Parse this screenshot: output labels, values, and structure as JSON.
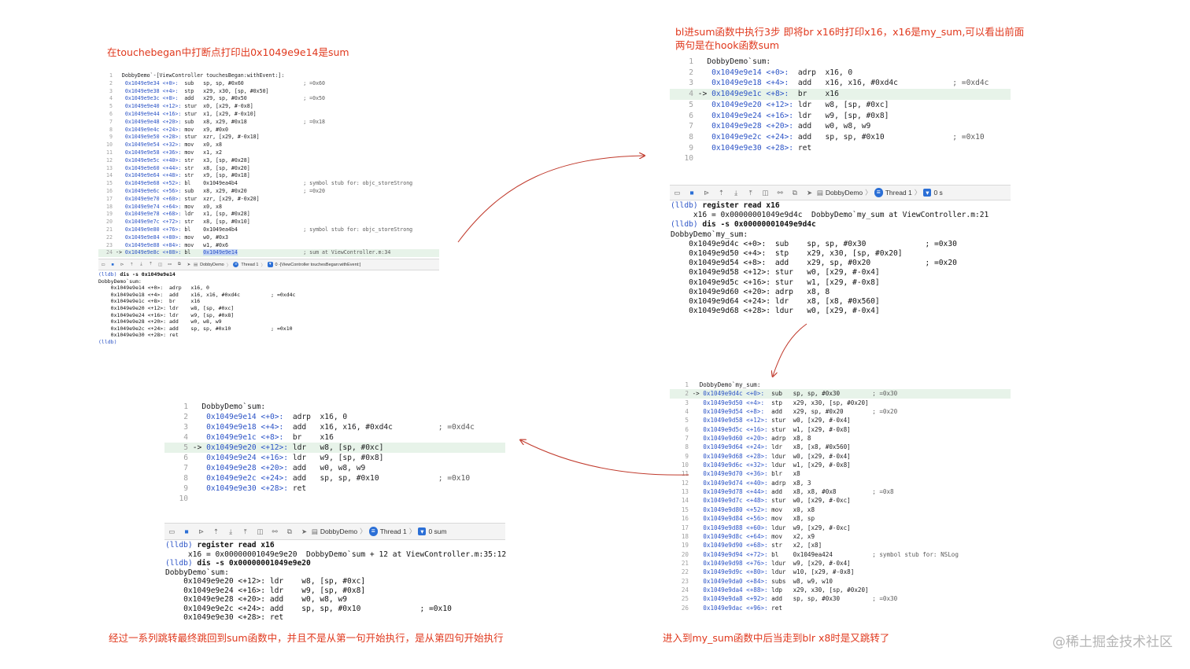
{
  "captions": {
    "top_left": "在touchebegan中打断点打印出0x1049e9e14是sum",
    "top_right": "bl进sum函数中执行3步 即将br x16时打印x16，x16是my_sum,可以看出前面两句是在hook函数sum",
    "bottom_left": "经过一系列跳转最终跳回到sum函数中，并且不是从第一句开始执行，是从第四句开始执行",
    "bottom_right": "进入到my_sum函数中后当走到blr x8时是又跳转了"
  },
  "watermark": "@稀土掘金技术社区",
  "panel1": {
    "header": "DobbyDemo`-[ViewController touchesBegan:withEvent:]:",
    "rows": [
      {
        "n": "2",
        "arrow": "",
        "addr": "0x1049e9e34 <+0>:",
        "op": "sub",
        "args": "sp, sp, #0x60",
        "cmt": "; =0x60"
      },
      {
        "n": "3",
        "arrow": "",
        "addr": "0x1049e9e38 <+4>:",
        "op": "stp",
        "args": "x29, x30, [sp, #0x50]",
        "cmt": ""
      },
      {
        "n": "4",
        "arrow": "",
        "addr": "0x1049e9e3c <+8>:",
        "op": "add",
        "args": "x29, sp, #0x50",
        "cmt": "; =0x50"
      },
      {
        "n": "5",
        "arrow": "",
        "addr": "0x1049e9e40 <+12>:",
        "op": "stur",
        "args": "x0, [x29, #-0x8]",
        "cmt": ""
      },
      {
        "n": "6",
        "arrow": "",
        "addr": "0x1049e9e44 <+16>:",
        "op": "stur",
        "args": "x1, [x29, #-0x10]",
        "cmt": ""
      },
      {
        "n": "7",
        "arrow": "",
        "addr": "0x1049e9e48 <+20>:",
        "op": "sub",
        "args": "x8, x29, #0x18",
        "cmt": "; =0x18"
      },
      {
        "n": "8",
        "arrow": "",
        "addr": "0x1049e9e4c <+24>:",
        "op": "mov",
        "args": "x9, #0x0",
        "cmt": ""
      },
      {
        "n": "9",
        "arrow": "",
        "addr": "0x1049e9e50 <+28>:",
        "op": "stur",
        "args": "xzr, [x29, #-0x18]",
        "cmt": ""
      },
      {
        "n": "10",
        "arrow": "",
        "addr": "0x1049e9e54 <+32>:",
        "op": "mov",
        "args": "x0, x8",
        "cmt": ""
      },
      {
        "n": "11",
        "arrow": "",
        "addr": "0x1049e9e58 <+36>:",
        "op": "mov",
        "args": "x1, x2",
        "cmt": ""
      },
      {
        "n": "12",
        "arrow": "",
        "addr": "0x1049e9e5c <+40>:",
        "op": "str",
        "args": "x3, [sp, #0x28]",
        "cmt": ""
      },
      {
        "n": "13",
        "arrow": "",
        "addr": "0x1049e9e60 <+44>:",
        "op": "str",
        "args": "x8, [sp, #0x20]",
        "cmt": ""
      },
      {
        "n": "14",
        "arrow": "",
        "addr": "0x1049e9e64 <+48>:",
        "op": "str",
        "args": "x9, [sp, #0x18]",
        "cmt": ""
      },
      {
        "n": "15",
        "arrow": "",
        "addr": "0x1049e9e68 <+52>:",
        "op": "bl",
        "args": "0x1049ea4b4",
        "cmt": "; symbol stub for: objc_storeStrong"
      },
      {
        "n": "16",
        "arrow": "",
        "addr": "0x1049e9e6c <+56>:",
        "op": "sub",
        "args": "x8, x29, #0x20",
        "cmt": "; =0x20"
      },
      {
        "n": "17",
        "arrow": "",
        "addr": "0x1049e9e70 <+60>:",
        "op": "stur",
        "args": "xzr, [x29, #-0x20]",
        "cmt": ""
      },
      {
        "n": "18",
        "arrow": "",
        "addr": "0x1049e9e74 <+64>:",
        "op": "mov",
        "args": "x0, x8",
        "cmt": ""
      },
      {
        "n": "19",
        "arrow": "",
        "addr": "0x1049e9e78 <+68>:",
        "op": "ldr",
        "args": "x1, [sp, #0x28]",
        "cmt": ""
      },
      {
        "n": "20",
        "arrow": "",
        "addr": "0x1049e9e7c <+72>:",
        "op": "str",
        "args": "x8, [sp, #0x10]",
        "cmt": ""
      },
      {
        "n": "21",
        "arrow": "",
        "addr": "0x1049e9e80 <+76>:",
        "op": "bl",
        "args": "0x1049ea4b4",
        "cmt": "; symbol stub for: objc_storeStrong"
      },
      {
        "n": "22",
        "arrow": "",
        "addr": "0x1049e9e84 <+80>:",
        "op": "mov",
        "args": "w0, #0x3",
        "cmt": ""
      },
      {
        "n": "23",
        "arrow": "",
        "addr": "0x1049e9e88 <+84>:",
        "op": "mov",
        "args": "w1, #0x6",
        "cmt": ""
      },
      {
        "n": "24",
        "arrow": "->",
        "addr": "0x1049e9e8c <+88>:",
        "op": "bl",
        "args": "0x1049e9e14",
        "cmt": "; sum at ViewController.m:34"
      }
    ],
    "crumbs": [
      "DobbyDemo",
      "Thread 1",
      "0 -[ViewController touchesBegan:withEvent:]"
    ],
    "console": [
      {
        "type": "cmd",
        "prompt": "(lldb)",
        "text": " dis -s 0x1049e9e14"
      },
      {
        "type": "out",
        "text": "DobbyDemo`sum:"
      },
      {
        "type": "out",
        "text": "    0x1049e9e14 <+0>:  adrp   x16, 0"
      },
      {
        "type": "out",
        "text": "    0x1049e9e18 <+4>:  add    x16, x16, #0xd4c          ; =0xd4c"
      },
      {
        "type": "out",
        "text": "    0x1049e9e1c <+8>:  br     x16"
      },
      {
        "type": "out",
        "text": "    0x1049e9e20 <+12>: ldr    w8, [sp, #0xc]"
      },
      {
        "type": "out",
        "text": "    0x1049e9e24 <+16>: ldr    w9, [sp, #0x8]"
      },
      {
        "type": "out",
        "text": "    0x1049e9e28 <+20>: add    w0, w8, w9"
      },
      {
        "type": "out",
        "text": "    0x1049e9e2c <+24>: add    sp, sp, #0x10             ; =0x10"
      },
      {
        "type": "out",
        "text": "    0x1049e9e30 <+28>: ret"
      },
      {
        "type": "cmd",
        "prompt": "(lldb)",
        "text": ""
      }
    ]
  },
  "panel2": {
    "header": "DobbyDemo`sum:",
    "rows": [
      {
        "n": "2",
        "arrow": "",
        "addr": "0x1049e9e14 <+0>:",
        "op": "adrp",
        "args": "x16, 0",
        "cmt": ""
      },
      {
        "n": "3",
        "arrow": "",
        "addr": "0x1049e9e18 <+4>:",
        "op": "add",
        "args": "x16, x16, #0xd4c",
        "cmt": "; =0xd4c"
      },
      {
        "n": "4",
        "arrow": "->",
        "addr": "0x1049e9e1c <+8>:",
        "op": "br",
        "args": "x16",
        "cmt": ""
      },
      {
        "n": "5",
        "arrow": "",
        "addr": "0x1049e9e20 <+12>:",
        "op": "ldr",
        "args": "w8, [sp, #0xc]",
        "cmt": ""
      },
      {
        "n": "6",
        "arrow": "",
        "addr": "0x1049e9e24 <+16>:",
        "op": "ldr",
        "args": "w9, [sp, #0x8]",
        "cmt": ""
      },
      {
        "n": "7",
        "arrow": "",
        "addr": "0x1049e9e28 <+20>:",
        "op": "add",
        "args": "w0, w8, w9",
        "cmt": ""
      },
      {
        "n": "8",
        "arrow": "",
        "addr": "0x1049e9e2c <+24>:",
        "op": "add",
        "args": "sp, sp, #0x10",
        "cmt": "; =0x10"
      },
      {
        "n": "9",
        "arrow": "",
        "addr": "0x1049e9e30 <+28>:",
        "op": "ret",
        "args": "",
        "cmt": ""
      },
      {
        "n": "10",
        "arrow": "",
        "addr": "",
        "op": "",
        "args": "",
        "cmt": ""
      }
    ],
    "crumbs": [
      "DobbyDemo",
      "Thread 1",
      "0 s"
    ],
    "console": [
      {
        "type": "cmd",
        "prompt": "(lldb)",
        "text": " register read x16"
      },
      {
        "type": "out",
        "text": "     x16 = 0x00000001049e9d4c  DobbyDemo`my_sum at ViewController.m:21"
      },
      {
        "type": "cmd",
        "prompt": "(lldb)",
        "text": " dis -s 0x00000001049e9d4c"
      },
      {
        "type": "out",
        "text": "DobbyDemo`my_sum:"
      },
      {
        "type": "out",
        "text": "    0x1049e9d4c <+0>:  sub    sp, sp, #0x30             ; =0x30"
      },
      {
        "type": "out",
        "text": "    0x1049e9d50 <+4>:  stp    x29, x30, [sp, #0x20]"
      },
      {
        "type": "out",
        "text": "    0x1049e9d54 <+8>:  add    x29, sp, #0x20            ; =0x20"
      },
      {
        "type": "out",
        "text": "    0x1049e9d58 <+12>: stur   w0, [x29, #-0x4]"
      },
      {
        "type": "out",
        "text": "    0x1049e9d5c <+16>: stur   w1, [x29, #-0x8]"
      },
      {
        "type": "out",
        "text": "    0x1049e9d60 <+20>: adrp   x8, 8"
      },
      {
        "type": "out",
        "text": "    0x1049e9d64 <+24>: ldr    x8, [x8, #0x560]"
      },
      {
        "type": "out",
        "text": "    0x1049e9d68 <+28>: ldur   w0, [x29, #-0x4]"
      }
    ]
  },
  "panel3": {
    "header": "DobbyDemo`my_sum:",
    "rows": [
      {
        "n": "2",
        "arrow": "->",
        "addr": "0x1049e9d4c <+0>:",
        "op": "sub",
        "args": "sp, sp, #0x30",
        "cmt": "; =0x30"
      },
      {
        "n": "3",
        "arrow": "",
        "addr": "0x1049e9d50 <+4>:",
        "op": "stp",
        "args": "x29, x30, [sp, #0x20]",
        "cmt": ""
      },
      {
        "n": "4",
        "arrow": "",
        "addr": "0x1049e9d54 <+8>:",
        "op": "add",
        "args": "x29, sp, #0x20",
        "cmt": "; =0x20"
      },
      {
        "n": "5",
        "arrow": "",
        "addr": "0x1049e9d58 <+12>:",
        "op": "stur",
        "args": "w0, [x29, #-0x4]",
        "cmt": ""
      },
      {
        "n": "6",
        "arrow": "",
        "addr": "0x1049e9d5c <+16>:",
        "op": "stur",
        "args": "w1, [x29, #-0x8]",
        "cmt": ""
      },
      {
        "n": "7",
        "arrow": "",
        "addr": "0x1049e9d60 <+20>:",
        "op": "adrp",
        "args": "x8, 8",
        "cmt": ""
      },
      {
        "n": "8",
        "arrow": "",
        "addr": "0x1049e9d64 <+24>:",
        "op": "ldr",
        "args": "x8, [x8, #0x560]",
        "cmt": ""
      },
      {
        "n": "9",
        "arrow": "",
        "addr": "0x1049e9d68 <+28>:",
        "op": "ldur",
        "args": "w0, [x29, #-0x4]",
        "cmt": ""
      },
      {
        "n": "10",
        "arrow": "",
        "addr": "0x1049e9d6c <+32>:",
        "op": "ldur",
        "args": "w1, [x29, #-0x8]",
        "cmt": ""
      },
      {
        "n": "11",
        "arrow": "",
        "addr": "0x1049e9d70 <+36>:",
        "op": "blr",
        "args": "x8",
        "cmt": ""
      },
      {
        "n": "12",
        "arrow": "",
        "addr": "0x1049e9d74 <+40>:",
        "op": "adrp",
        "args": "x8, 3",
        "cmt": ""
      },
      {
        "n": "13",
        "arrow": "",
        "addr": "0x1049e9d78 <+44>:",
        "op": "add",
        "args": "x8, x8, #0x8",
        "cmt": "; =0x8"
      },
      {
        "n": "14",
        "arrow": "",
        "addr": "0x1049e9d7c <+48>:",
        "op": "stur",
        "args": "w0, [x29, #-0xc]",
        "cmt": ""
      },
      {
        "n": "15",
        "arrow": "",
        "addr": "0x1049e9d80 <+52>:",
        "op": "mov",
        "args": "x0, x8",
        "cmt": ""
      },
      {
        "n": "16",
        "arrow": "",
        "addr": "0x1049e9d84 <+56>:",
        "op": "mov",
        "args": "x8, sp",
        "cmt": ""
      },
      {
        "n": "17",
        "arrow": "",
        "addr": "0x1049e9d88 <+60>:",
        "op": "ldur",
        "args": "w9, [x29, #-0xc]",
        "cmt": ""
      },
      {
        "n": "18",
        "arrow": "",
        "addr": "0x1049e9d8c <+64>:",
        "op": "mov",
        "args": "x2, x9",
        "cmt": ""
      },
      {
        "n": "19",
        "arrow": "",
        "addr": "0x1049e9d90 <+68>:",
        "op": "str",
        "args": "x2, [x8]",
        "cmt": ""
      },
      {
        "n": "20",
        "arrow": "",
        "addr": "0x1049e9d94 <+72>:",
        "op": "bl",
        "args": "0x1049ea424",
        "cmt": "; symbol stub for: NSLog"
      },
      {
        "n": "21",
        "arrow": "",
        "addr": "0x1049e9d98 <+76>:",
        "op": "ldur",
        "args": "w9, [x29, #-0x4]",
        "cmt": ""
      },
      {
        "n": "22",
        "arrow": "",
        "addr": "0x1049e9d9c <+80>:",
        "op": "ldur",
        "args": "w10, [x29, #-0x8]",
        "cmt": ""
      },
      {
        "n": "23",
        "arrow": "",
        "addr": "0x1049e9da0 <+84>:",
        "op": "subs",
        "args": "w8, w9, w10",
        "cmt": ""
      },
      {
        "n": "24",
        "arrow": "",
        "addr": "0x1049e9da4 <+88>:",
        "op": "ldp",
        "args": "x29, x30, [sp, #0x20]",
        "cmt": ""
      },
      {
        "n": "25",
        "arrow": "",
        "addr": "0x1049e9da8 <+92>:",
        "op": "add",
        "args": "sp, sp, #0x30",
        "cmt": "; =0x30"
      },
      {
        "n": "26",
        "arrow": "",
        "addr": "0x1049e9dac <+96>:",
        "op": "ret",
        "args": "",
        "cmt": ""
      }
    ]
  },
  "panel4": {
    "header": "DobbyDemo`sum:",
    "rows": [
      {
        "n": "2",
        "arrow": "",
        "addr": "0x1049e9e14 <+0>:",
        "op": "adrp",
        "args": "x16, 0",
        "cmt": ""
      },
      {
        "n": "3",
        "arrow": "",
        "addr": "0x1049e9e18 <+4>:",
        "op": "add",
        "args": "x16, x16, #0xd4c",
        "cmt": "; =0xd4c"
      },
      {
        "n": "4",
        "arrow": "",
        "addr": "0x1049e9e1c <+8>:",
        "op": "br",
        "args": "x16",
        "cmt": ""
      },
      {
        "n": "5",
        "arrow": "->",
        "addr": "0x1049e9e20 <+12>:",
        "op": "ldr",
        "args": "w8, [sp, #0xc]",
        "cmt": ""
      },
      {
        "n": "6",
        "arrow": "",
        "addr": "0x1049e9e24 <+16>:",
        "op": "ldr",
        "args": "w9, [sp, #0x8]",
        "cmt": ""
      },
      {
        "n": "7",
        "arrow": "",
        "addr": "0x1049e9e28 <+20>:",
        "op": "add",
        "args": "w0, w8, w9",
        "cmt": ""
      },
      {
        "n": "8",
        "arrow": "",
        "addr": "0x1049e9e2c <+24>:",
        "op": "add",
        "args": "sp, sp, #0x10",
        "cmt": "; =0x10"
      },
      {
        "n": "9",
        "arrow": "",
        "addr": "0x1049e9e30 <+28>:",
        "op": "ret",
        "args": "",
        "cmt": ""
      },
      {
        "n": "10",
        "arrow": "",
        "addr": "",
        "op": "",
        "args": "",
        "cmt": ""
      }
    ],
    "crumbs": [
      "DobbyDemo",
      "Thread 1",
      "0 sum"
    ],
    "console": [
      {
        "type": "cmd",
        "prompt": "(lldb)",
        "text": " register read x16"
      },
      {
        "type": "out",
        "text": "     x16 = 0x00000001049e9e20  DobbyDemo`sum + 12 at ViewController.m:35:12"
      },
      {
        "type": "cmd",
        "prompt": "(lldb)",
        "text": " dis -s 0x00000001049e9e20"
      },
      {
        "type": "out",
        "text": "DobbyDemo`sum:"
      },
      {
        "type": "out",
        "text": "    0x1049e9e20 <+12>: ldr    w8, [sp, #0xc]"
      },
      {
        "type": "out",
        "text": "    0x1049e9e24 <+16>: ldr    w9, [sp, #0x8]"
      },
      {
        "type": "out",
        "text": "    0x1049e9e28 <+20>: add    w0, w8, w9"
      },
      {
        "type": "out",
        "text": "    0x1049e9e2c <+24>: add    sp, sp, #0x10             ; =0x10"
      },
      {
        "type": "out",
        "text": "    0x1049e9e30 <+28>: ret"
      }
    ]
  },
  "toolbar_icons": [
    "console-toggle-icon",
    "breakpoints-icon",
    "continue-icon",
    "step-over-icon",
    "step-into-icon",
    "step-out-icon",
    "view-debugger-icon",
    "memory-graph-icon",
    "environment-icon",
    "location-icon"
  ],
  "colors": {
    "caption": "#e0381d",
    "address": "#2b53c6",
    "highlight": "#e7f3e9",
    "arrow": "#c0392b"
  }
}
